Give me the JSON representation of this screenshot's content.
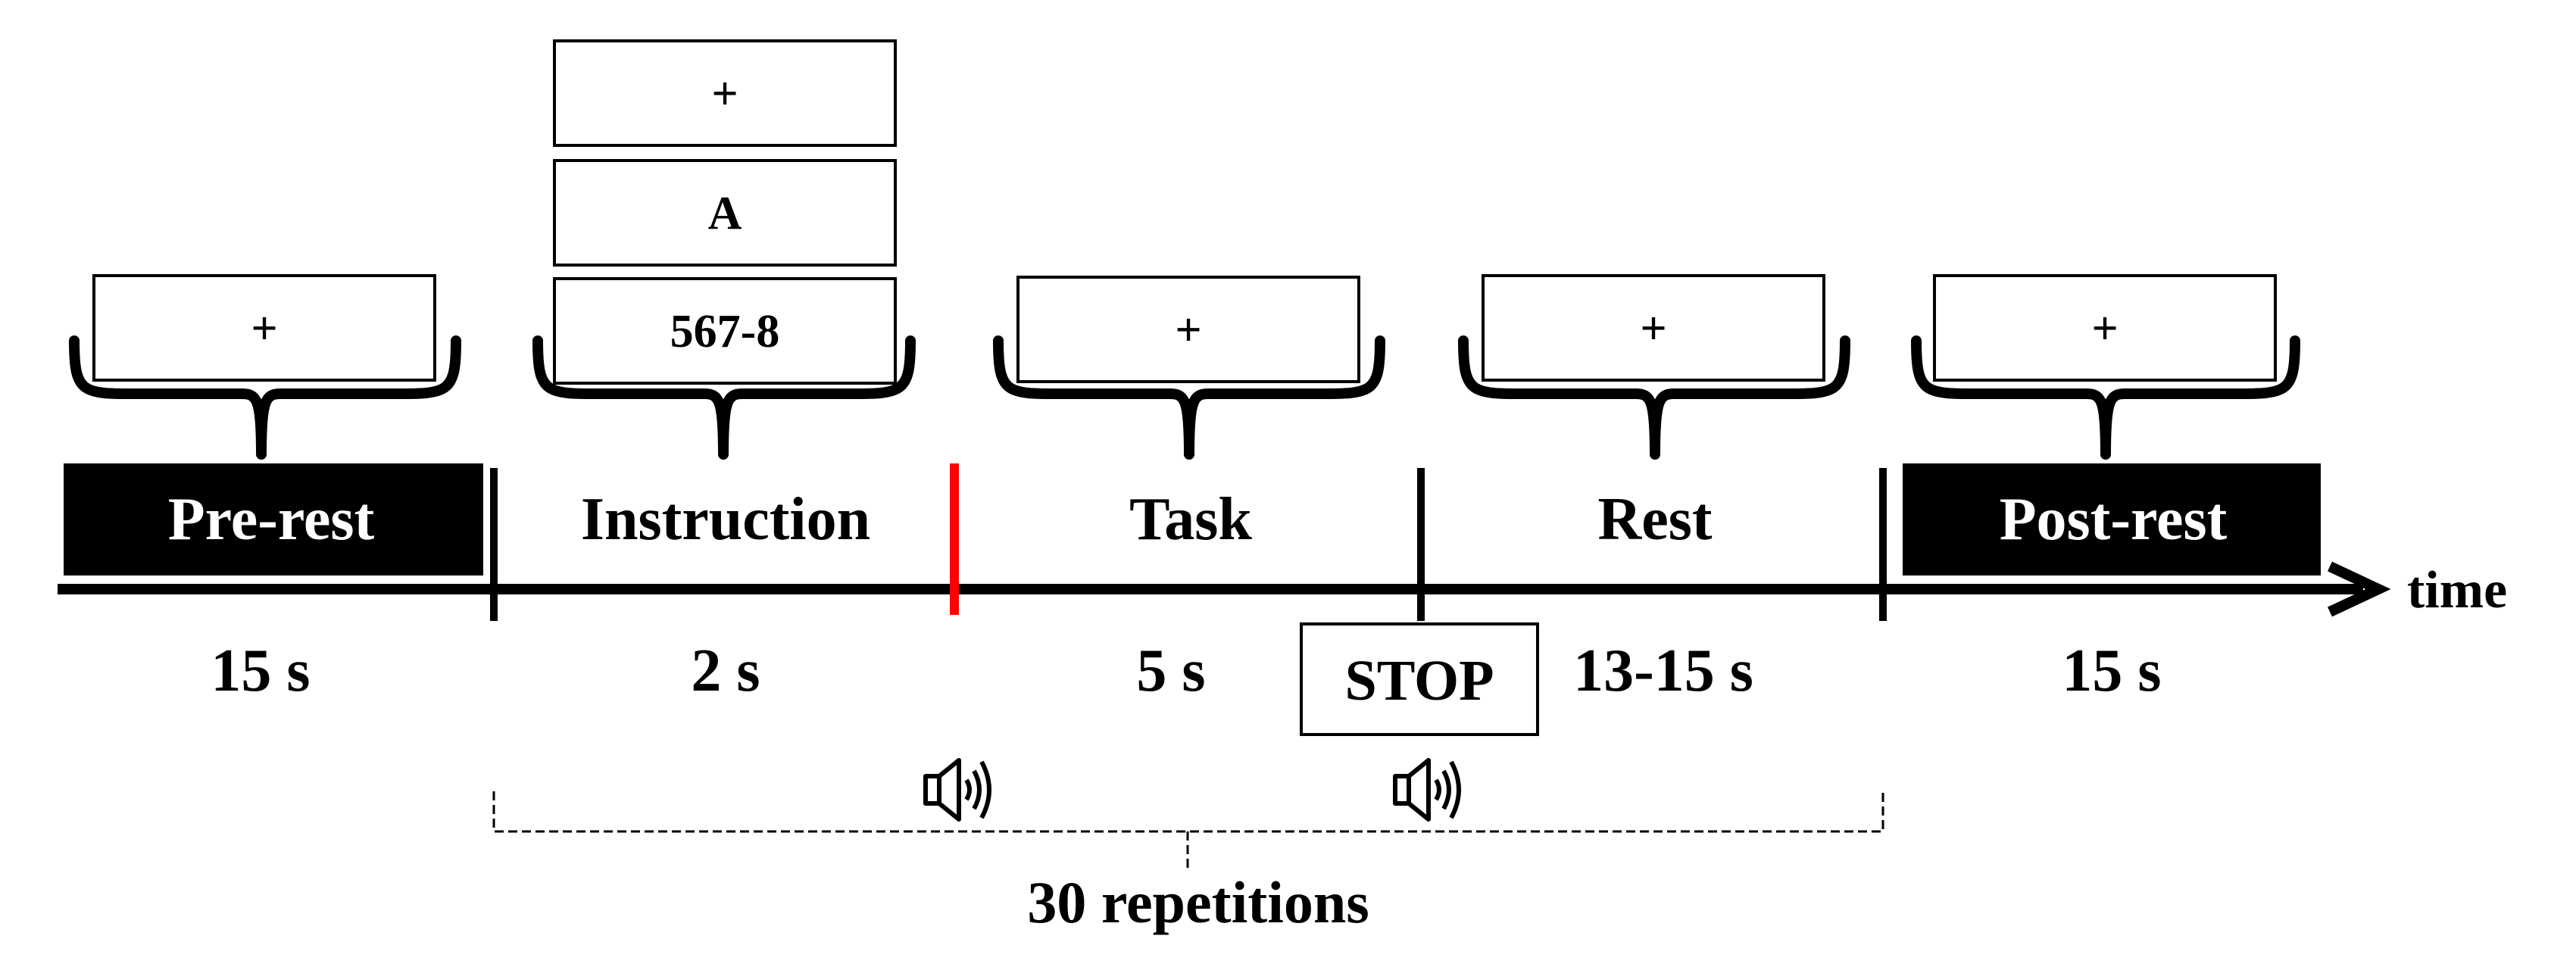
{
  "phases": [
    {
      "id": "pre-rest",
      "label": "Pre-rest",
      "duration": "15 s",
      "screens": [
        "+"
      ],
      "filled": true
    },
    {
      "id": "instruction",
      "label": "Instruction",
      "duration": "2 s",
      "screens": [
        "+",
        "A",
        "567-8"
      ],
      "filled": false
    },
    {
      "id": "task",
      "label": "Task",
      "duration": "5 s",
      "screens": [
        "+"
      ],
      "filled": false
    },
    {
      "id": "rest",
      "label": "Rest",
      "duration": "13-15 s",
      "screens": [
        "+"
      ],
      "filled": false
    },
    {
      "id": "post-rest",
      "label": "Post-rest",
      "duration": "15 s",
      "screens": [
        "+"
      ],
      "filled": true
    }
  ],
  "axis_label": "time",
  "stop_label": "STOP",
  "repetitions_label": "30 repetitions",
  "icons": [
    "speaker-icon",
    "speaker-icon"
  ],
  "colors": {
    "ink": "#000000",
    "accent": "#ff0000",
    "background": "#ffffff"
  }
}
